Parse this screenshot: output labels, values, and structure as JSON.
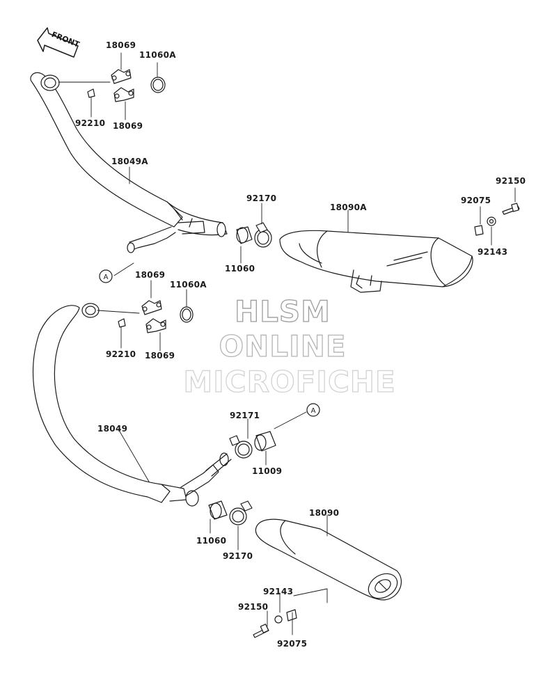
{
  "diagram": {
    "front_label": "FRONT",
    "connector_label": "A",
    "watermark": {
      "line1": "HLSM",
      "line2": "ONLINE",
      "line3": "MICROFICHE"
    },
    "labels": {
      "p18069_a": "18069",
      "p11060A_a": "11060A",
      "p92210_a": "92210",
      "p18069_b": "18069",
      "p18049A": "18049A",
      "p92170_a": "92170",
      "p18090A": "18090A",
      "p92150_a": "92150",
      "p92075_a": "92075",
      "p92143_a": "92143",
      "p11060_a": "11060",
      "p18069_c": "18069",
      "p11060A_b": "11060A",
      "p92210_b": "92210",
      "p18069_d": "18069",
      "p92171": "92171",
      "p18049": "18049",
      "p11009": "11009",
      "p18090": "18090",
      "p11060_b": "11060",
      "p92170_b": "92170",
      "p92143_b": "92143",
      "p92150_b": "92150",
      "p92075_b": "92075"
    }
  }
}
